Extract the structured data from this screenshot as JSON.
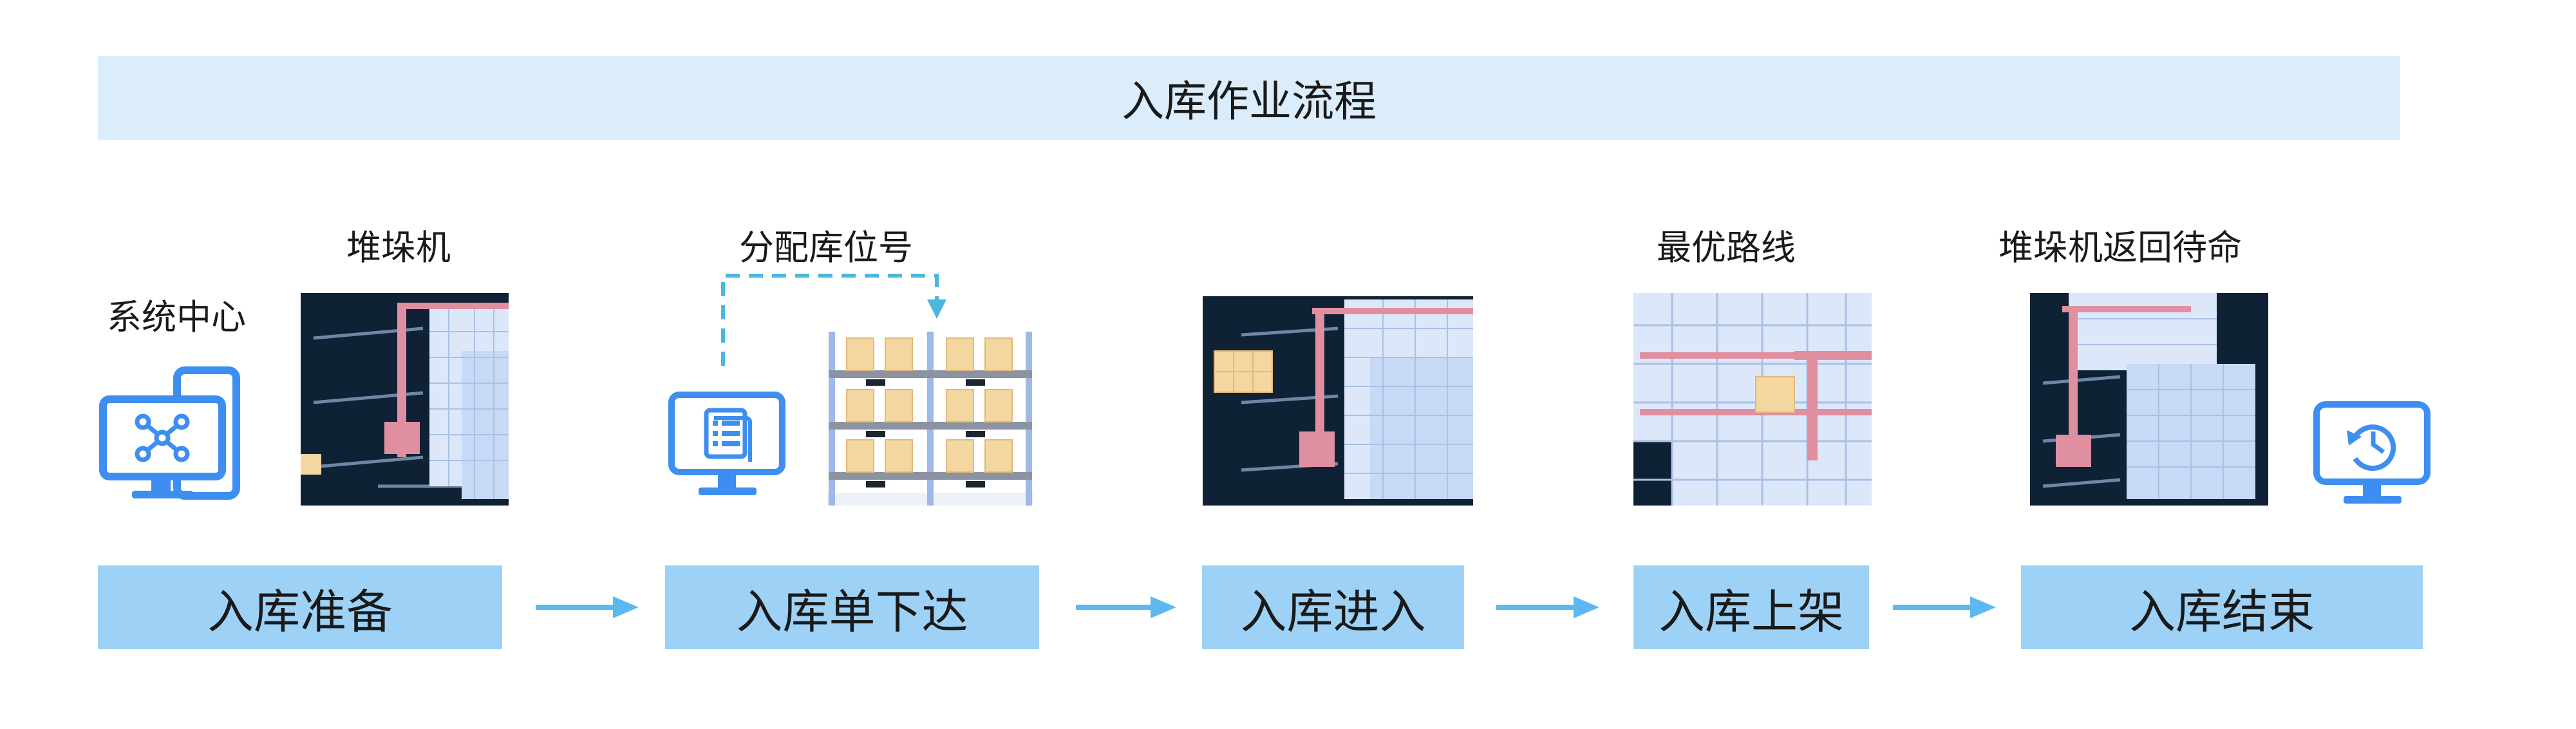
{
  "title": "入库作业流程",
  "captions": {
    "system_center": "系统中心",
    "stacker": "堆垛机",
    "assign_location": "分配库位号",
    "optimal_route": "最优路线",
    "stacker_return": "堆垛机返回待命"
  },
  "steps": [
    {
      "label": "入库准备"
    },
    {
      "label": "入库单下达"
    },
    {
      "label": "入库进入"
    },
    {
      "label": "入库上架"
    },
    {
      "label": "入库结束"
    }
  ],
  "colors": {
    "title_bg": "#dbecfb",
    "step_bg": "#9dd2f6",
    "arrow": "#5cb8f0",
    "icon": "#3d8ef0",
    "dashed": "#4bb7dc",
    "warehouse_dark": "#0f2134",
    "rack": "#dce8fa",
    "crane": "#e08fa0",
    "box": "#f3d6a0"
  },
  "icons": [
    "network-monitor-icon",
    "document-monitor-icon",
    "history-monitor-icon"
  ]
}
